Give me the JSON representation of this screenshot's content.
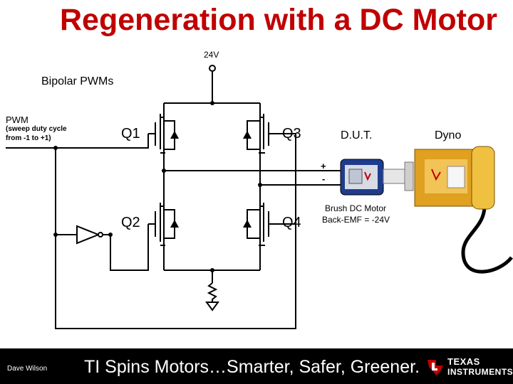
{
  "title": "Regeneration with a DC Motor",
  "supply_label": "24V",
  "pwm_section_label": "Bipolar PWMs",
  "pwm_label": "PWM",
  "pwm_note_line1": "(sweep duty cycle",
  "pwm_note_line2": "from -1 to +1)",
  "q1_label": "Q1",
  "q2_label": "Q2",
  "q3_label": "Q3",
  "q4_label": "Q4",
  "dut_label": "D.U.T.",
  "dyno_label": "Dyno",
  "plus_label": "+",
  "minus_label": "-",
  "motor_label_line1": "Brush DC Motor",
  "motor_label_line2": "Back-EMF = -24V",
  "footer": {
    "author": "Dave Wilson",
    "slogan": "TI Spins Motors…Smarter, Safer, Greener.",
    "logo_line1": "TEXAS",
    "logo_line2": "INSTRUMENTS"
  }
}
